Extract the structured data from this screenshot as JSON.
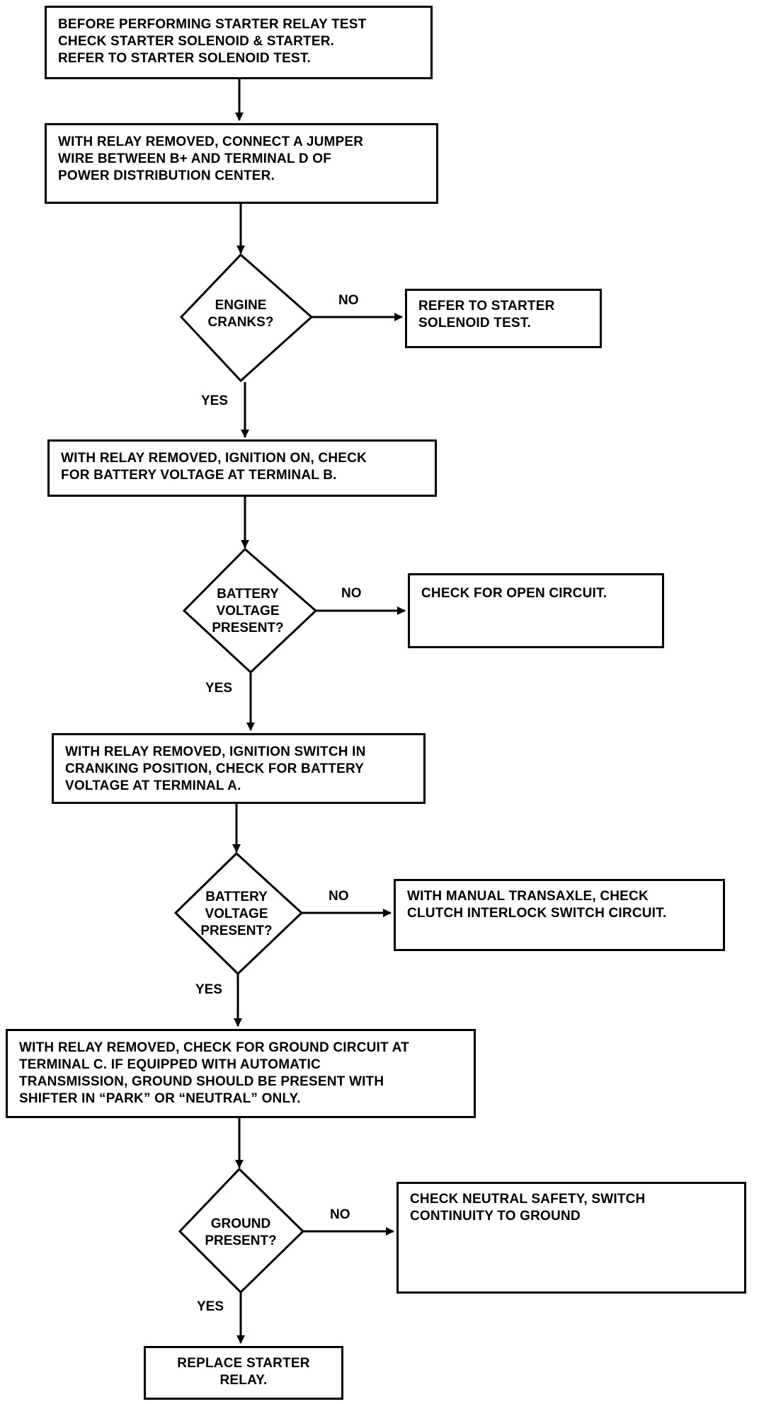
{
  "steps": {
    "s1": "BEFORE PERFORMING STARTER RELAY TEST\nCHECK STARTER SOLENOID & STARTER.\nREFER TO STARTER SOLENOID TEST.",
    "s2": "WITH RELAY REMOVED, CONNECT A JUMPER\nWIRE BETWEEN B+ AND TERMINAL D OF\nPOWER DISTRIBUTION CENTER.",
    "s3": "WITH RELAY REMOVED, IGNITION ON, CHECK\nFOR BATTERY VOLTAGE AT TERMINAL B.",
    "s4": "WITH RELAY REMOVED, IGNITION SWITCH IN\nCRANKING POSITION, CHECK FOR BATTERY\nVOLTAGE AT TERMINAL A.",
    "s5": "WITH RELAY REMOVED, CHECK FOR GROUND CIRCUIT AT\nTERMINAL C. IF EQUIPPED WITH AUTOMATIC\nTRANSMISSION, GROUND SHOULD BE PRESENT WITH\nSHIFTER IN “PARK” OR “NEUTRAL” ONLY.",
    "end": "REPLACE STARTER\nRELAY."
  },
  "decisions": {
    "d1": "ENGINE\nCRANKS?",
    "d2": "BATTERY\nVOLTAGE\nPRESENT?",
    "d3": "BATTERY\nVOLTAGE\nPRESENT?",
    "d4": "GROUND\nPRESENT?"
  },
  "outcomes": {
    "o1": "REFER TO STARTER\nSOLENOID TEST.",
    "o2": "CHECK FOR OPEN CIRCUIT.",
    "o3": "WITH MANUAL TRANSAXLE, CHECK\nCLUTCH INTERLOCK SWITCH CIRCUIT.",
    "o4": "CHECK NEUTRAL SAFETY, SWITCH\nCONTINUITY TO GROUND"
  },
  "edges": {
    "yes": "YES",
    "no": "NO"
  },
  "colors": {
    "line": "#000000",
    "background": "#ffffff"
  }
}
